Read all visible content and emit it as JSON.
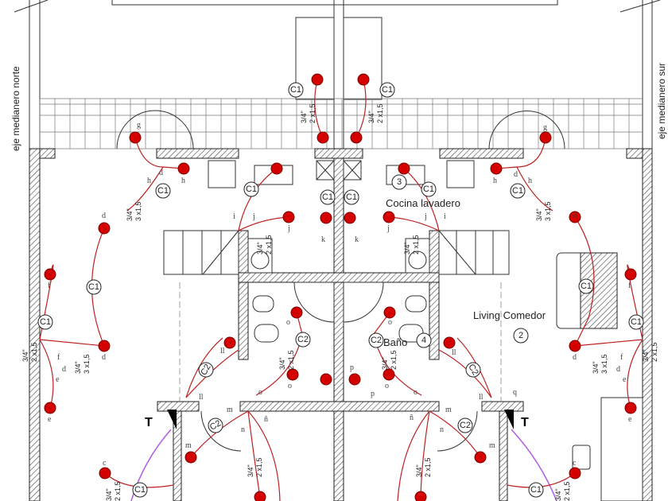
{
  "sides": {
    "north": "eje medianero norte",
    "south": "eje medianero sur"
  },
  "rooms": {
    "kitchen": "Cocina lavadero",
    "living": "Living Comedor",
    "bath": "Baño"
  },
  "room_numbers": {
    "living": "2",
    "kitchen": "3",
    "bath": "4"
  },
  "circuits": {
    "c1": "C1",
    "c2": "C2"
  },
  "conduit": {
    "diameter": "3/4\"",
    "two_wire": "2 x1,5",
    "three_wire": "3 x1,5"
  },
  "panel": "T",
  "letters": {
    "c": "c",
    "d": "d",
    "e": "e",
    "f": "f",
    "g": "g",
    "h": "h",
    "i": "i",
    "j": "j",
    "k": "k",
    "ll": "ll",
    "m": "m",
    "n": "n",
    "enye": "ñ",
    "o": "o",
    "p": "p",
    "q": "q"
  },
  "colors": {
    "outlet": "#d40000",
    "wire": "#b22222",
    "panel_feed": "#b05be0"
  }
}
